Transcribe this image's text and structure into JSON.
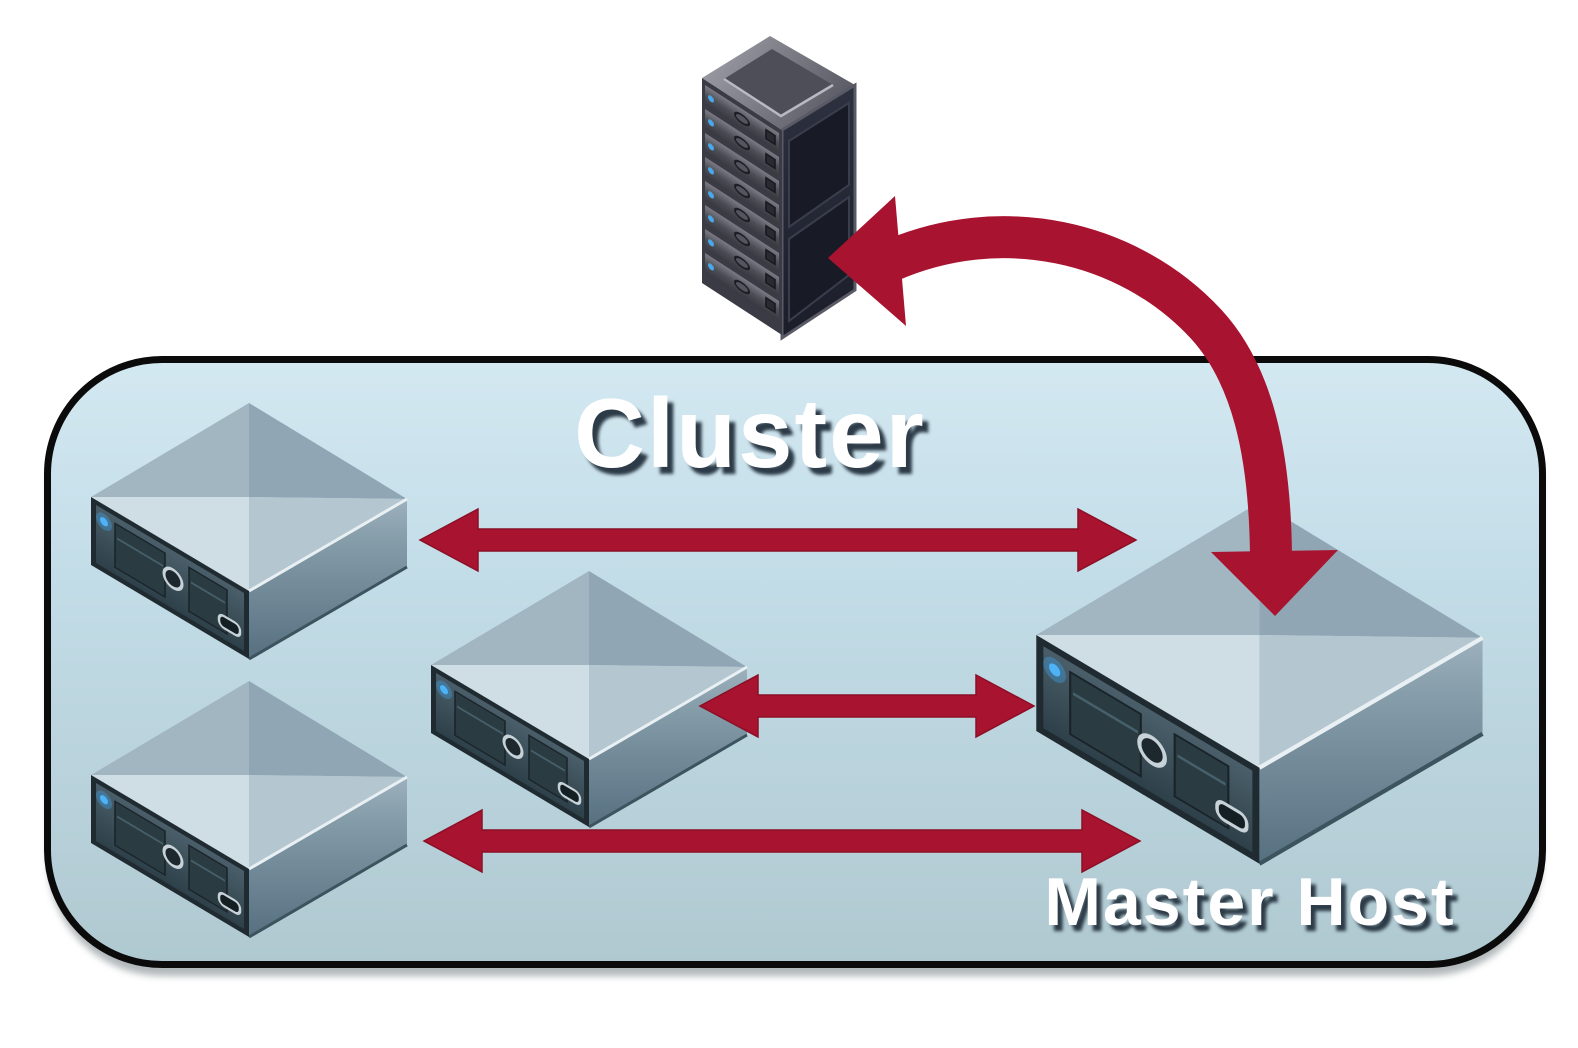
{
  "cluster": {
    "label": "Cluster"
  },
  "master_host": {
    "label": "Master Host"
  },
  "nodes": [
    {
      "id": "management-server",
      "type": "rack-tower-server-icon",
      "label": "",
      "drive_bays": 8
    },
    {
      "id": "host-1",
      "type": "host-server-icon",
      "label": ""
    },
    {
      "id": "host-2",
      "type": "host-server-icon",
      "label": ""
    },
    {
      "id": "host-3",
      "type": "host-server-icon",
      "label": ""
    },
    {
      "id": "master-host",
      "type": "host-server-large-icon",
      "label": "Master Host"
    }
  ],
  "edges": [
    {
      "from": "host-1",
      "to": "master-host",
      "style": "straight-double-arrow"
    },
    {
      "from": "host-3",
      "to": "master-host",
      "style": "straight-double-arrow"
    },
    {
      "from": "host-2",
      "to": "master-host",
      "style": "straight-double-arrow"
    },
    {
      "from": "management-server",
      "to": "master-host",
      "style": "curved-double-arrow"
    }
  ],
  "colors": {
    "page-bg": "#ffffff",
    "arrow-color": "#a8132f",
    "cluster-top": "#d3e8f1",
    "cluster-bottom": "#b0c9d1",
    "cluster-border": "#0b0b0b",
    "led-color": "#3fa9f5"
  }
}
